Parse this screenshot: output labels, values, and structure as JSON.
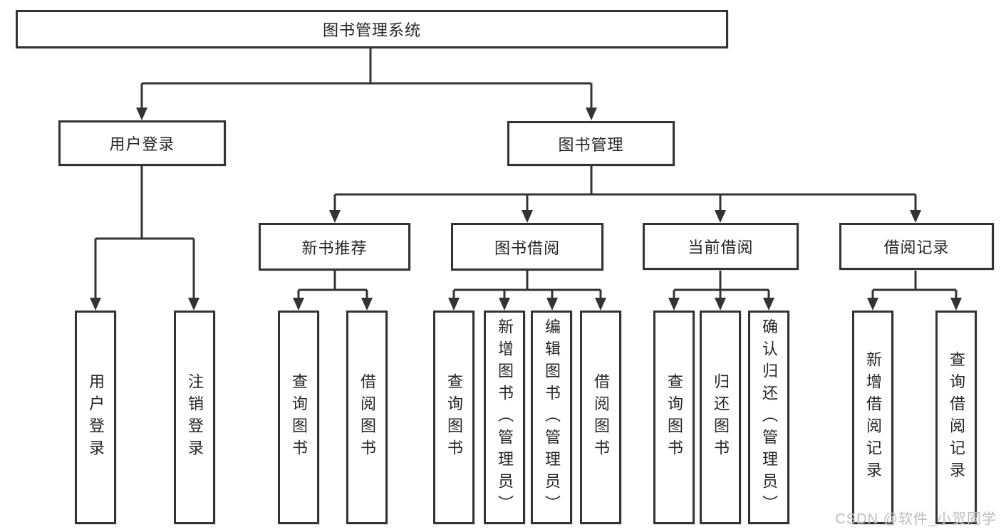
{
  "tree": {
    "root_label": "图书管理系统",
    "user_login": {
      "label": "用户登录",
      "children": [
        "用户登录",
        "注销登录"
      ]
    },
    "book_management": {
      "label": "图书管理",
      "sections": [
        {
          "label": "新书推荐",
          "children": [
            "查询图书",
            "借阅图书"
          ]
        },
        {
          "label": "图书借阅",
          "children": [
            "查询图书",
            "新增图书（管理员）",
            "编辑图书（管理员）",
            "借阅图书"
          ]
        },
        {
          "label": "当前借阅",
          "children": [
            "查询图书",
            "归还图书",
            "确认归还（管理员）"
          ]
        },
        {
          "label": "借阅记录",
          "children": [
            "新增借阅记录",
            "查询借阅记录"
          ]
        }
      ]
    }
  },
  "watermark": "CSDN @软件_小贺同学",
  "colors": {
    "line": "#333333",
    "box_border": "#333333",
    "text": "#262626",
    "background": "#ffffff",
    "watermark": "#b9bdc2"
  }
}
